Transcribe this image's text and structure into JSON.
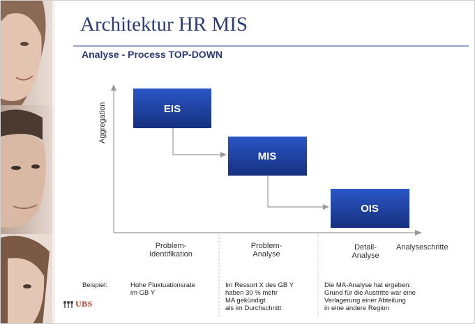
{
  "slide": {
    "title": "Architektur HR MIS",
    "subtitle": "Analyse - Process TOP-DOWN"
  },
  "diagram": {
    "y_axis_label": "Aggregation",
    "x_axis_label": "Analyseschritte",
    "boxes": [
      "EIS",
      "MIS",
      "OIS"
    ],
    "columns": [
      {
        "line1": "Problem-",
        "line2": "Identifikation"
      },
      {
        "line1": "Problem-",
        "line2": "Analyse"
      },
      {
        "line1": "Detail-",
        "line2": "Analyse"
      }
    ]
  },
  "examples": {
    "label": "Beispiel:",
    "col1": [
      "Hohe Fluktuationsrate",
      "im GB Y"
    ],
    "col2": [
      "Im Ressort X des GB Y",
      "haben 30 % mehr",
      "MA gekündigt",
      "als im Durchschnitt"
    ],
    "col3": [
      "Die MA-Analyse hat ergeben:",
      "Grund für die Austritte war eine",
      "Verlagerung einer Abteilung",
      "in eine andere Region"
    ]
  },
  "logo": {
    "text": "UBS"
  },
  "colors": {
    "title": "#2b3a78",
    "box_fill": "#1f3f9a",
    "logo": "#c0392b"
  }
}
